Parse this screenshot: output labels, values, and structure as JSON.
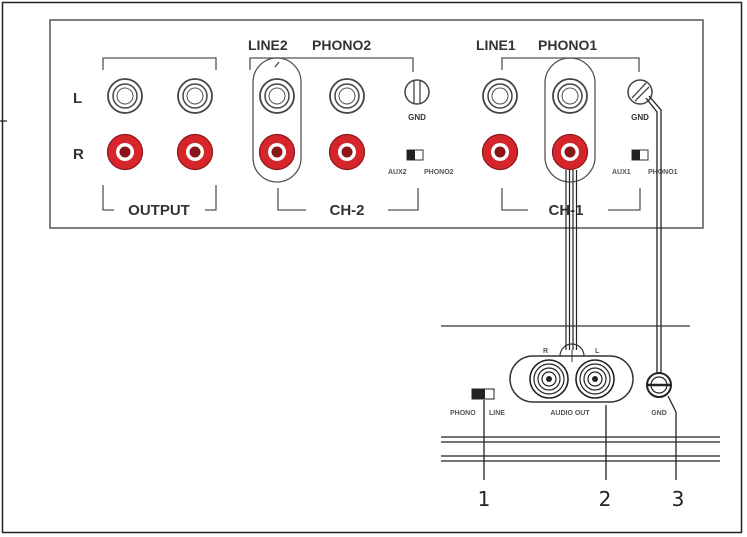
{
  "mixer": {
    "row_l": "L",
    "row_r": "R",
    "output_label": "OUTPUT",
    "ch2": {
      "line": "LINE2",
      "phono": "PHONO2",
      "gnd": "GND",
      "aux": "AUX2",
      "phono_sw": "PHONO2",
      "name": "CH-2"
    },
    "ch1": {
      "line": "LINE1",
      "phono": "PHONO1",
      "gnd": "GND",
      "aux": "AUX1",
      "phono_sw": "PHONO1",
      "name": "CH-1"
    }
  },
  "turntable": {
    "r": "R",
    "l": "L",
    "audio_out": "AUDIO OUT",
    "phono": "PHONO",
    "line": "LINE",
    "gnd": "GND"
  },
  "callouts": [
    "1",
    "2",
    "3"
  ],
  "colors": {
    "red_jack": "#d6262b",
    "line": "#333333",
    "frame": "#222222"
  }
}
